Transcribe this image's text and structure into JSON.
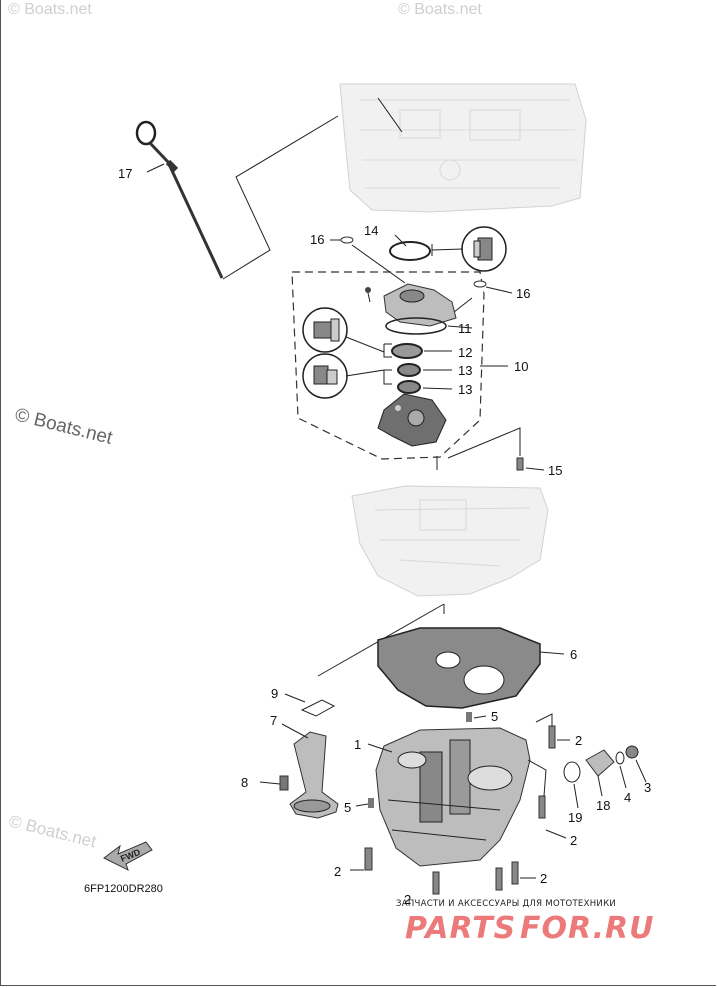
{
  "diagram_code": "6FP1200DR280",
  "fwd_label": "FWD",
  "watermarks": {
    "top_left": "© Boats.net",
    "top_center": "© Boats.net",
    "left_middle": "© Boats.net",
    "bottom_left": "© Boats.net"
  },
  "promo": {
    "tagline": "ЗАПЧАСТИ И АКСЕССУАРЫ ДЛЯ МОТОТЕХНИКИ",
    "site_part1": "PARTS",
    "site_part2": "FOR.RU"
  },
  "callouts": [
    {
      "id": "c17",
      "text": "17"
    },
    {
      "id": "c16a",
      "text": "16"
    },
    {
      "id": "c14",
      "text": "14"
    },
    {
      "id": "c16b",
      "text": "16"
    },
    {
      "id": "c11",
      "text": "11"
    },
    {
      "id": "c12",
      "text": "12"
    },
    {
      "id": "c13a",
      "text": "13"
    },
    {
      "id": "c13b",
      "text": "13"
    },
    {
      "id": "c10",
      "text": "10"
    },
    {
      "id": "c15",
      "text": "15"
    },
    {
      "id": "c6",
      "text": "6"
    },
    {
      "id": "c9",
      "text": "9"
    },
    {
      "id": "c5a",
      "text": "5"
    },
    {
      "id": "c7",
      "text": "7"
    },
    {
      "id": "c1",
      "text": "1"
    },
    {
      "id": "c2a",
      "text": "2"
    },
    {
      "id": "c3",
      "text": "3"
    },
    {
      "id": "c4",
      "text": "4"
    },
    {
      "id": "c18",
      "text": "18"
    },
    {
      "id": "c8",
      "text": "8"
    },
    {
      "id": "c5b",
      "text": "5"
    },
    {
      "id": "c19",
      "text": "19"
    },
    {
      "id": "c2b",
      "text": "2"
    },
    {
      "id": "c2c",
      "text": "2"
    },
    {
      "id": "c2d",
      "text": "2"
    },
    {
      "id": "c2e",
      "text": "2"
    }
  ]
}
